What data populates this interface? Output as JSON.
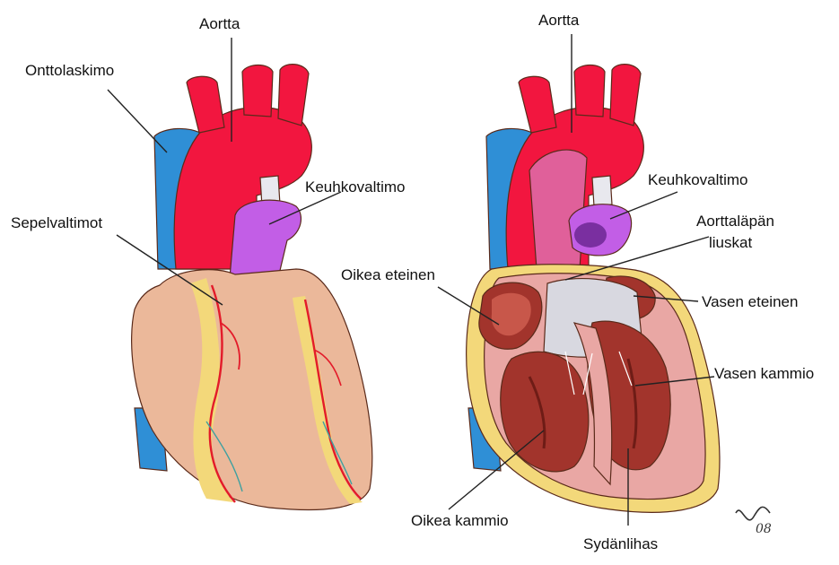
{
  "left_heart": {
    "labels": {
      "aorta": "Aortta",
      "vena_cava": "Onttolaskimo",
      "pulmonary_artery": "Keuhkovaltimo",
      "coronary_arteries": "Sepelvaltimot"
    }
  },
  "right_heart": {
    "labels": {
      "aorta": "Aortta",
      "pulmonary_artery": "Keuhkovaltimo",
      "aortic_valve_line1": "Aorttaläpän",
      "aortic_valve_line2": "liuskat",
      "right_atrium": "Oikea eteinen",
      "left_atrium": "Vasen eteinen",
      "left_ventricle": "Vasen kammio",
      "right_ventricle": "Oikea kammio",
      "myocardium": "Sydänlihas"
    }
  },
  "signature": "08",
  "colors": {
    "aorta": "#f2163f",
    "pulmonary": "#c25ee6",
    "vein": "#2f8fd6",
    "heart_surface": "#ebb89a",
    "fat": "#f3d87a",
    "muscle": "#a2342c",
    "endocardium": "#e9a7a4",
    "valve": "#d8d8e0"
  }
}
